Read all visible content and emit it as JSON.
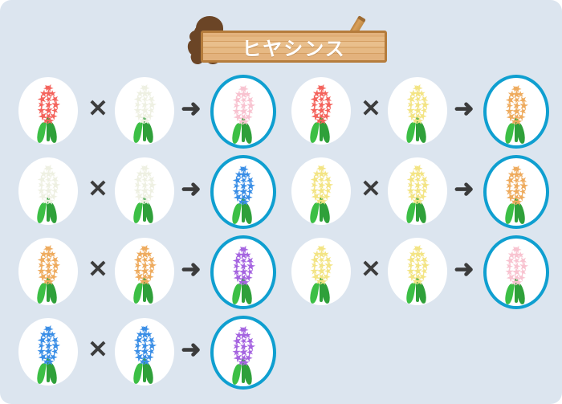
{
  "header": {
    "title": "ヒヤシンス",
    "sign_icon": "wooden-signboard",
    "mascot_icon": "mole-silhouette"
  },
  "symbols": {
    "cross_operator": "✕",
    "result_arrow": "➜"
  },
  "colors": {
    "background": "#dce5ef",
    "card": "#dce5ef",
    "disc": "#ffffff",
    "highlight_ring": "#0f9fd0",
    "operator": "#3c3c3c",
    "sign_wood": "#e6b984",
    "sign_border": "#b57c3c",
    "sign_text": "#ffffff",
    "mascot": "#6b4526",
    "stem": "#2fa03a",
    "leaf": "#3cbf45"
  },
  "flower_colors": {
    "red": "#f4635c",
    "white": "#eef0e2",
    "yellow": "#f3e484",
    "orange": "#eeab5e",
    "blue": "#3a8ee6",
    "pink": "#f8c3d0",
    "purple": "#a564e0"
  },
  "flower_names": {
    "red": "赤",
    "white": "白",
    "yellow": "黄",
    "orange": "橙",
    "blue": "青",
    "pink": "桃",
    "purple": "紫"
  },
  "crosses": [
    {
      "row": 1,
      "column": "left",
      "parent1": "red",
      "parent2": "white",
      "result": "pink",
      "result_highlighted": true
    },
    {
      "row": 1,
      "column": "right",
      "parent1": "red",
      "parent2": "yellow",
      "result": "orange",
      "result_highlighted": true
    },
    {
      "row": 2,
      "column": "left",
      "parent1": "white",
      "parent2": "white",
      "result": "blue",
      "result_highlighted": true
    },
    {
      "row": 2,
      "column": "right",
      "parent1": "yellow",
      "parent2": "yellow",
      "result": "orange",
      "result_highlighted": true
    },
    {
      "row": 3,
      "column": "left",
      "parent1": "orange",
      "parent2": "orange",
      "result": "purple",
      "result_highlighted": true
    },
    {
      "row": 3,
      "column": "right",
      "parent1": "yellow",
      "parent2": "yellow",
      "result": "pink",
      "result_highlighted": true
    },
    {
      "row": 4,
      "column": "left",
      "parent1": "blue",
      "parent2": "blue",
      "result": "purple",
      "result_highlighted": true
    },
    {
      "row": 4,
      "column": "right",
      "parent1": null,
      "parent2": null,
      "result": null,
      "result_highlighted": false,
      "empty": true
    }
  ]
}
